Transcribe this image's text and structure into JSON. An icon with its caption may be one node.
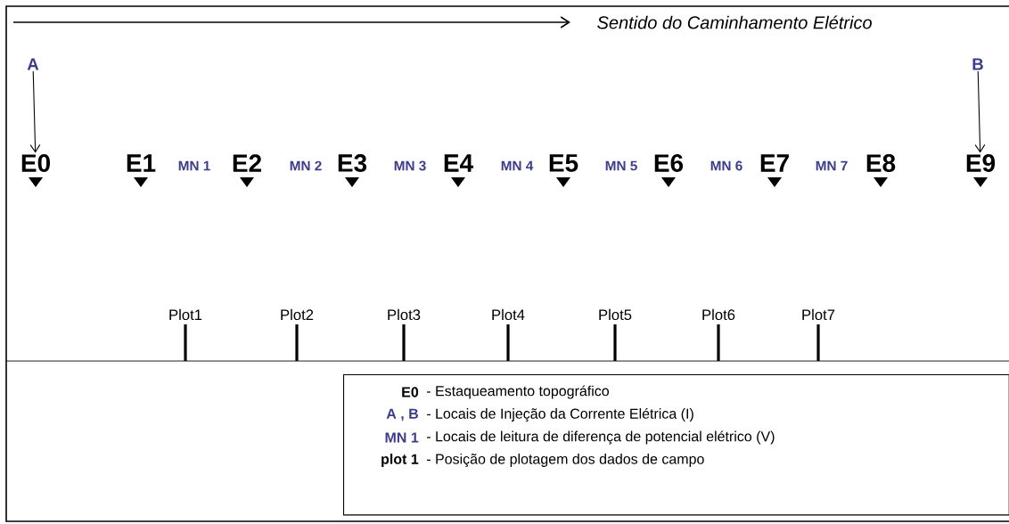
{
  "diagram": {
    "nodes": [
      {
        "text": [
          "A"
        ]
      },
      {
        "text": [
          "B"
        ]
      },
      {
        "text": [
          "E0"
        ]
      },
      {
        "text": [
          "E9"
        ]
      },
      {
        "text": [
          "E0",
          "- Estaqueamento topográfico",
          "A , B",
          "- Locais de Injeção da Corrente Elétrica (I)",
          "MN 1",
          "- Locais de leitura de diferença de potencial elétrico (V)",
          "plot 1",
          "- Posição de plotagem dos dados de campo"
        ]
      }
    ],
    "edges": [
      {
        "from": 0,
        "to": 2,
        "arrow": "to"
      },
      {
        "from": 1,
        "to": 3,
        "arrow": "to"
      }
    ],
    "labels": [
      "Sentido do Caminhamento Elétrico",
      "E1",
      "MN 1",
      "E2",
      "MN 2",
      "E3",
      "MN 3",
      "E4",
      "MN 4",
      "E5",
      "MN 5",
      "E6",
      "MN 6",
      "E7",
      "MN 7",
      "E8",
      "Plot1",
      "Plot2",
      "Plot3",
      "Plot4",
      "Plot5",
      "Plot6",
      "Plot7"
    ]
  }
}
